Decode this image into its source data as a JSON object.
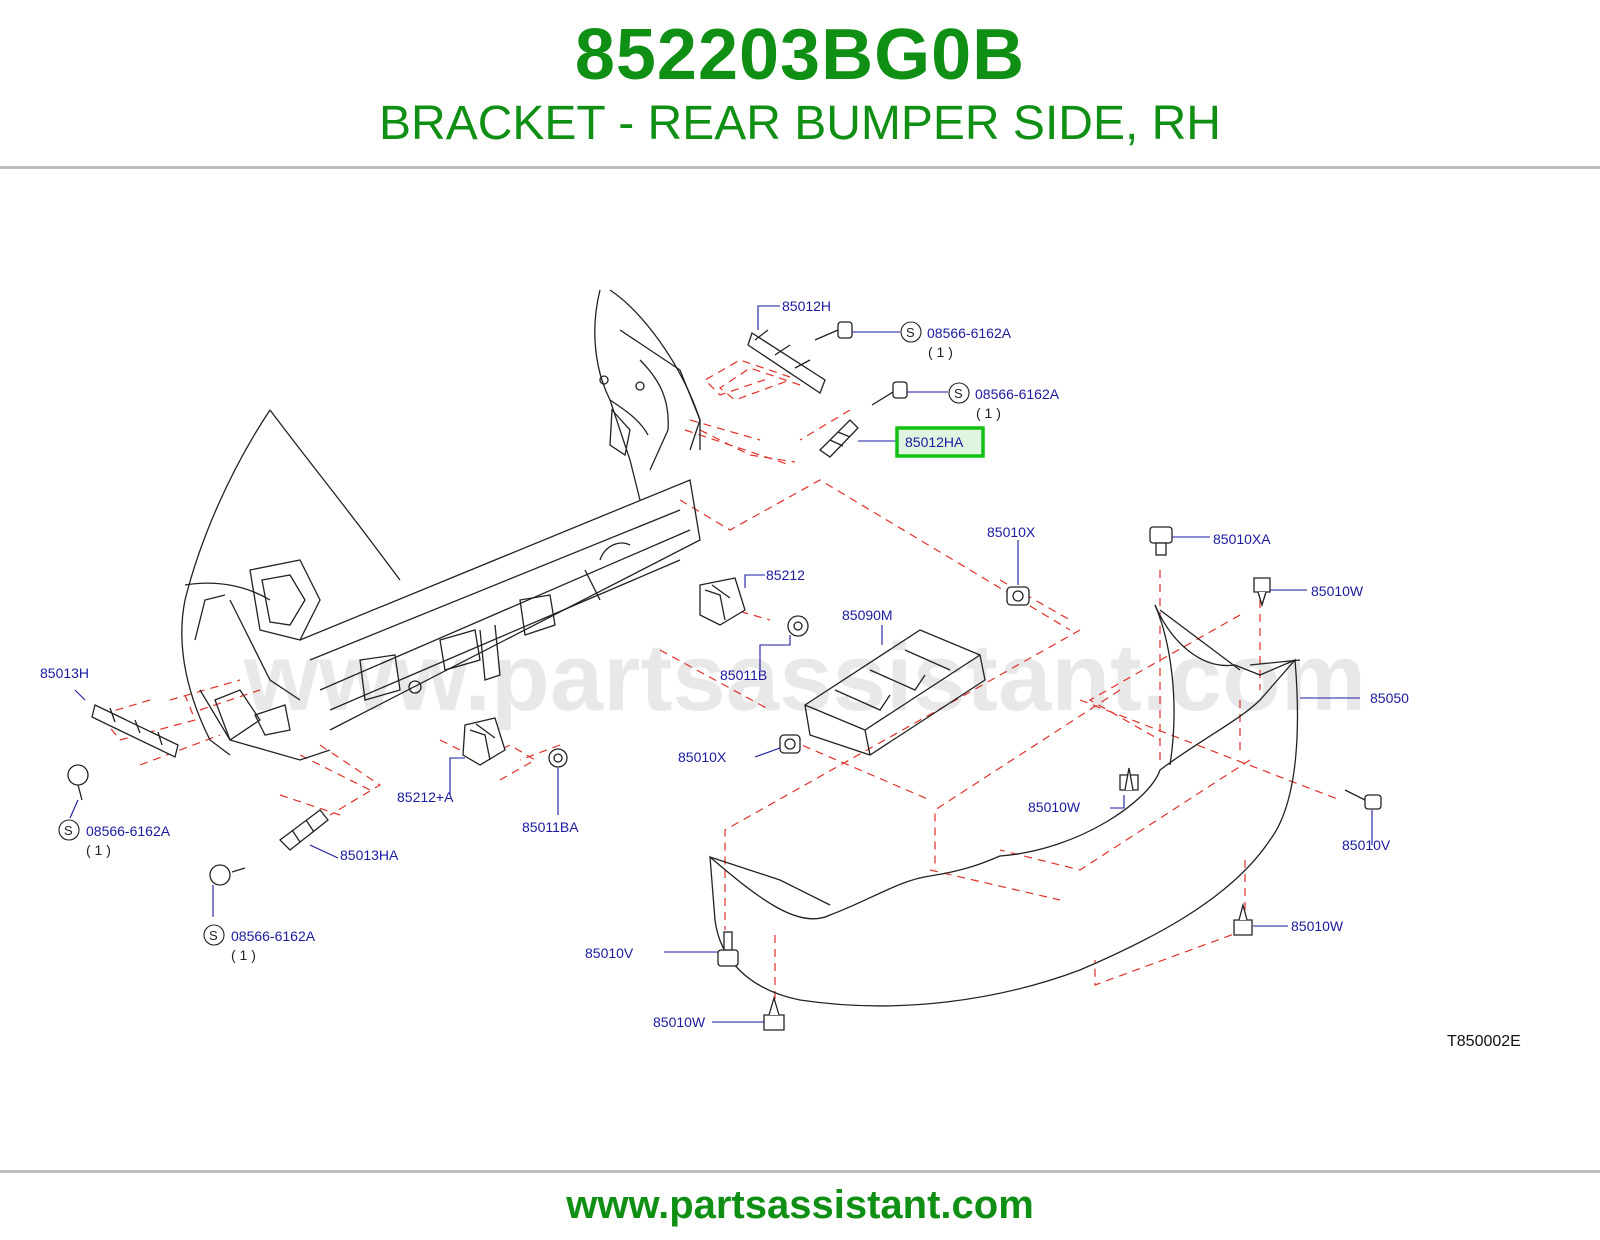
{
  "header": {
    "part_number": "852203BG0B",
    "description": "BRACKET - REAR BUMPER SIDE, RH"
  },
  "diagram": {
    "callouts": {
      "c85012h": "85012H",
      "c85012ha": "85012HA",
      "c85010x_top": "85010X",
      "c85010xa": "85010XA",
      "c85010w_right": "85010W",
      "c85212": "85212",
      "c85090m": "85090M",
      "c85011b": "85011B",
      "c85050": "85050",
      "c85013h": "85013H",
      "c85010x_mid": "85010X",
      "c85010w_mid": "85010W",
      "c85010v_right": "85010V",
      "c85212a": "85212+A",
      "c85011ba": "85011BA",
      "c85013ha": "85013HA",
      "c85010w_lowright": "85010W",
      "c85010v_left": "85010V",
      "c85010w_bottom": "85010W"
    },
    "screws": [
      {
        "code": "08566-6162A",
        "qty": "(   1   )",
        "badge": "S"
      },
      {
        "code": "08566-6162A",
        "qty": "(   1   )",
        "badge": "S"
      },
      {
        "code": "08566-6162A",
        "qty": "(   1   )",
        "badge": "S"
      },
      {
        "code": "08566-6162A",
        "qty": "(   1   )",
        "badge": "S"
      }
    ],
    "highlighted_part": "85012HA",
    "illustration_code": "T850002E",
    "watermark": "www.partsassistant.com"
  },
  "footer": {
    "url": "www.partsassistant.com"
  },
  "colors": {
    "brand_green": "#0f8f14",
    "callout_blue": "#1a1aa0",
    "highlight_green": "#12c212",
    "guide_red": "#e0302a"
  }
}
